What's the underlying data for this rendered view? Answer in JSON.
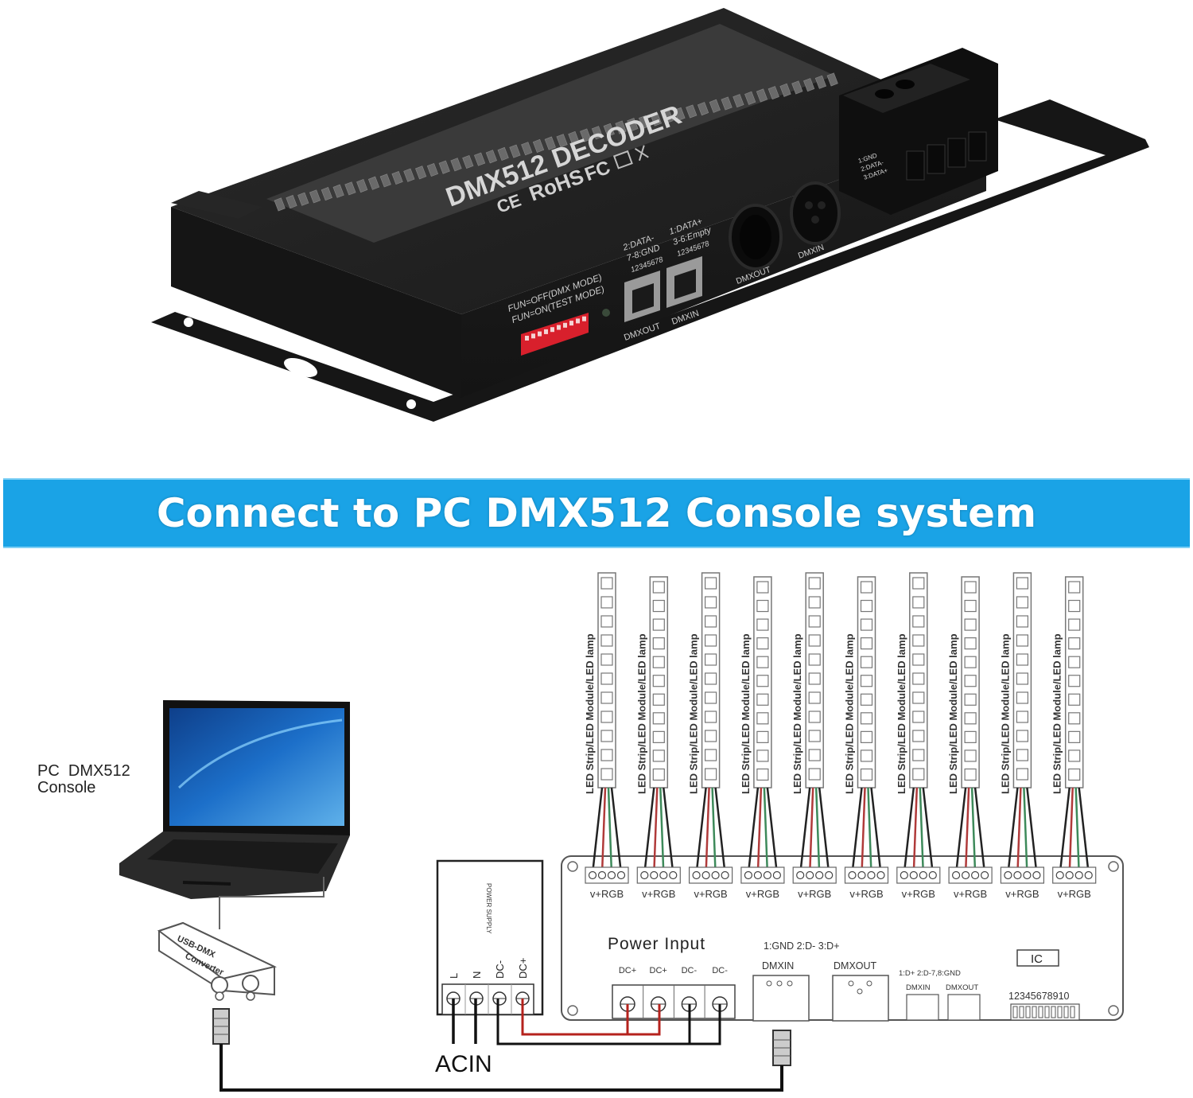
{
  "product": {
    "name": "DMX512 DECODER",
    "certifications": [
      "CE",
      "RoHS",
      "FC"
    ],
    "dip_mode_on_off": "FUN=OFF(DMX MODE)",
    "dip_mode_on": "FUN=ON(TEST MODE)",
    "rj45_pinout_left": [
      "2:DATA-",
      "7-8:GND"
    ],
    "rj45_pinout_right": [
      "1:DATA+",
      "3-6:Empty"
    ],
    "rj45_pin_numbers": "12345678",
    "rj45_labels": [
      "DMXOUT",
      "DMXIN"
    ],
    "xlr_labels": [
      "DMXOUT",
      "DMXIN"
    ],
    "terminal_pinout": [
      "1:GND",
      "2:DATA-",
      "3:DATA+"
    ],
    "colors": {
      "body": "#1c1c1c",
      "dip": "#d8202c",
      "text": "#d8d8d8"
    }
  },
  "banner": {
    "title": "Connect to PC DMX512 Console system",
    "color": "#1aa3e6"
  },
  "diagram": {
    "pc_label_line1": "PC  DMX512",
    "pc_label_line2": "Console",
    "converter_label_line1": "USB-DMX",
    "converter_label_line2": "Converter",
    "strip_label": "LED Strip/LED Module/LED lamp",
    "strip_count": 10,
    "strip_terminal_label": "v+RGB",
    "power_supply_label": "POWER SUPPLY",
    "power_supply_terminals": [
      "L",
      "N",
      "DC-",
      "DC+"
    ],
    "acin_label": "ACIN",
    "power_input_label": "Power Input",
    "power_input_terminals": [
      "DC+",
      "DC+",
      "DC-",
      "DC-"
    ],
    "xlr_pinout": "1:GND 2:D- 3:D+",
    "dmxin_label": "DMXIN",
    "dmxout_label": "DMXOUT",
    "rj45_pinout": "1:D+ 2:D-7,8:GND",
    "rj45_in_label": "DMXIN",
    "rj45_out_label": "DMXOUT",
    "ic_label": "IC",
    "dip_numbers": "12345678910",
    "wire_colors": {
      "v": "#222222",
      "r": "#b03a3a",
      "g": "#3d8a5a",
      "b": "#222222",
      "dc_pos": "#b5221c",
      "dc_neg": "#111111"
    }
  }
}
